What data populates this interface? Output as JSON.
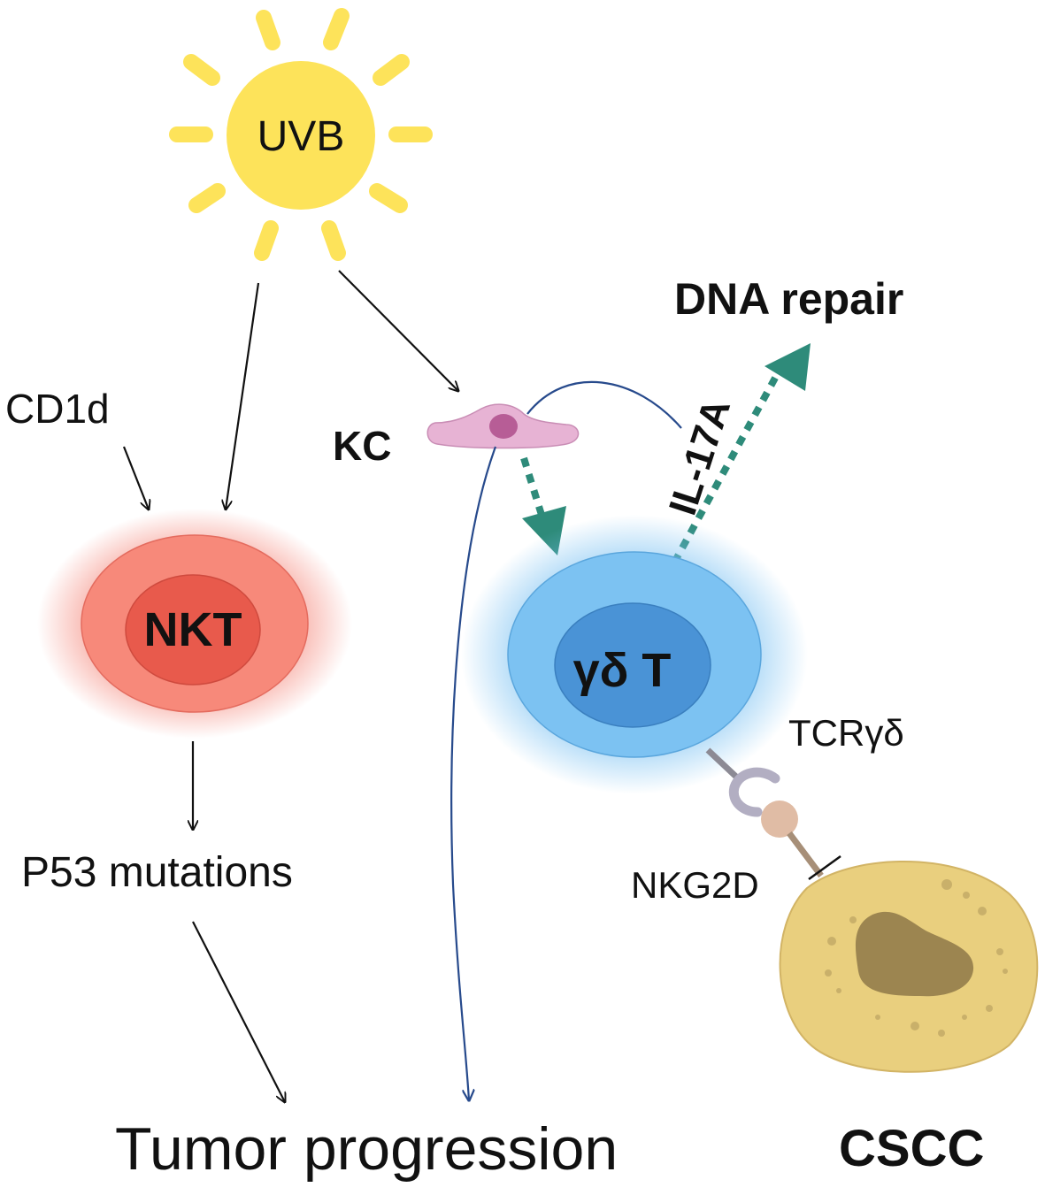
{
  "labels": {
    "uvb": "UVB",
    "cd1d": "CD1d",
    "kc": "KC",
    "dna_repair": "DNA repair",
    "il17a": "IL-17A",
    "nkt": "NKT",
    "gdt": "γδ T",
    "tcr": "TCRγδ",
    "nkg2d": "NKG2D",
    "p53": "P53 mutations",
    "tumor": "Tumor progression",
    "cscc": "CSCC"
  },
  "colors": {
    "sun": "#fde35a",
    "nkt_outer": "#f7897a",
    "nkt_nucleus": "#e85a4c",
    "gdt_outer": "#7cc2f2",
    "gdt_nucleus": "#4a93d6",
    "kc_body": "#e7b3d4",
    "kc_nucleus": "#b75d96",
    "teal_arrow": "#2e8b7a",
    "blue_line": "#274a8c",
    "cscc_body": "#e9cf7e",
    "cscc_nucleus": "#9c8550"
  }
}
